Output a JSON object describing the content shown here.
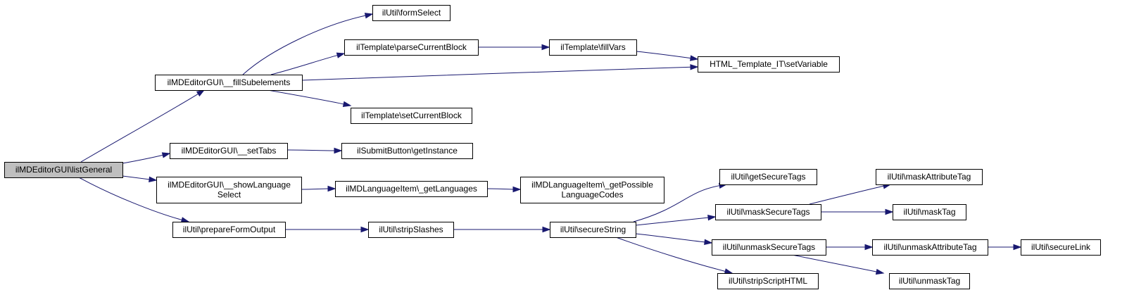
{
  "colors": {
    "edge": "#191970",
    "node_border": "#000000",
    "node_fill": "#ffffff",
    "root_fill": "#bfbfbf"
  },
  "nodes": [
    {
      "id": "listGeneral",
      "lines": [
        "ilMDEditorGUI\\listGeneral"
      ],
      "root": true
    },
    {
      "id": "fillSubelements",
      "lines": [
        "ilMDEditorGUI\\__fillSubelements"
      ]
    },
    {
      "id": "setTabs",
      "lines": [
        "ilMDEditorGUI\\__setTabs"
      ]
    },
    {
      "id": "showLanguageSelect",
      "lines": [
        "ilMDEditorGUI\\__showLanguage",
        "Select"
      ]
    },
    {
      "id": "prepareFormOutput",
      "lines": [
        "ilUtil\\prepareFormOutput"
      ]
    },
    {
      "id": "formSelect",
      "lines": [
        "ilUtil\\formSelect"
      ]
    },
    {
      "id": "parseCurrentBlock",
      "lines": [
        "ilTemplate\\parseCurrentBlock"
      ]
    },
    {
      "id": "setCurrentBlock",
      "lines": [
        "ilTemplate\\setCurrentBlock"
      ]
    },
    {
      "id": "fillVars",
      "lines": [
        "ilTemplate\\fillVars"
      ]
    },
    {
      "id": "setVariable",
      "lines": [
        "HTML_Template_IT\\setVariable"
      ]
    },
    {
      "id": "getInstance",
      "lines": [
        "ilSubmitButton\\getInstance"
      ]
    },
    {
      "id": "getLanguages",
      "lines": [
        "ilMDLanguageItem\\_getLanguages"
      ]
    },
    {
      "id": "getPossibleLanguageCodes",
      "lines": [
        "ilMDLanguageItem\\_getPossible",
        "LanguageCodes"
      ]
    },
    {
      "id": "stripSlashes",
      "lines": [
        "ilUtil\\stripSlashes"
      ]
    },
    {
      "id": "secureString",
      "lines": [
        "ilUtil\\secureString"
      ]
    },
    {
      "id": "getSecureTags",
      "lines": [
        "ilUtil\\getSecureTags"
      ]
    },
    {
      "id": "maskSecureTags",
      "lines": [
        "ilUtil\\maskSecureTags"
      ]
    },
    {
      "id": "unmaskSecureTags",
      "lines": [
        "ilUtil\\unmaskSecureTags"
      ]
    },
    {
      "id": "stripScriptHTML",
      "lines": [
        "ilUtil\\stripScriptHTML"
      ]
    },
    {
      "id": "maskAttributeTag",
      "lines": [
        "ilUtil\\maskAttributeTag"
      ]
    },
    {
      "id": "maskTag",
      "lines": [
        "ilUtil\\maskTag"
      ]
    },
    {
      "id": "unmaskAttributeTag",
      "lines": [
        "ilUtil\\unmaskAttributeTag"
      ]
    },
    {
      "id": "unmaskTag",
      "lines": [
        "ilUtil\\unmaskTag"
      ]
    },
    {
      "id": "secureLink",
      "lines": [
        "ilUtil\\secureLink"
      ]
    }
  ],
  "edges": [
    {
      "from": "listGeneral",
      "to": "fillSubelements"
    },
    {
      "from": "listGeneral",
      "to": "setTabs"
    },
    {
      "from": "listGeneral",
      "to": "showLanguageSelect"
    },
    {
      "from": "listGeneral",
      "to": "prepareFormOutput"
    },
    {
      "from": "fillSubelements",
      "to": "formSelect"
    },
    {
      "from": "fillSubelements",
      "to": "parseCurrentBlock"
    },
    {
      "from": "fillSubelements",
      "to": "setVariable"
    },
    {
      "from": "fillSubelements",
      "to": "setCurrentBlock"
    },
    {
      "from": "parseCurrentBlock",
      "to": "fillVars"
    },
    {
      "from": "fillVars",
      "to": "setVariable"
    },
    {
      "from": "setTabs",
      "to": "getInstance"
    },
    {
      "from": "showLanguageSelect",
      "to": "getLanguages"
    },
    {
      "from": "getLanguages",
      "to": "getPossibleLanguageCodes"
    },
    {
      "from": "prepareFormOutput",
      "to": "stripSlashes"
    },
    {
      "from": "stripSlashes",
      "to": "secureString"
    },
    {
      "from": "secureString",
      "to": "getSecureTags"
    },
    {
      "from": "secureString",
      "to": "maskSecureTags"
    },
    {
      "from": "secureString",
      "to": "unmaskSecureTags"
    },
    {
      "from": "secureString",
      "to": "stripScriptHTML"
    },
    {
      "from": "maskSecureTags",
      "to": "maskAttributeTag"
    },
    {
      "from": "maskSecureTags",
      "to": "maskTag"
    },
    {
      "from": "unmaskSecureTags",
      "to": "unmaskAttributeTag"
    },
    {
      "from": "unmaskSecureTags",
      "to": "unmaskTag"
    },
    {
      "from": "unmaskAttributeTag",
      "to": "secureLink"
    }
  ]
}
